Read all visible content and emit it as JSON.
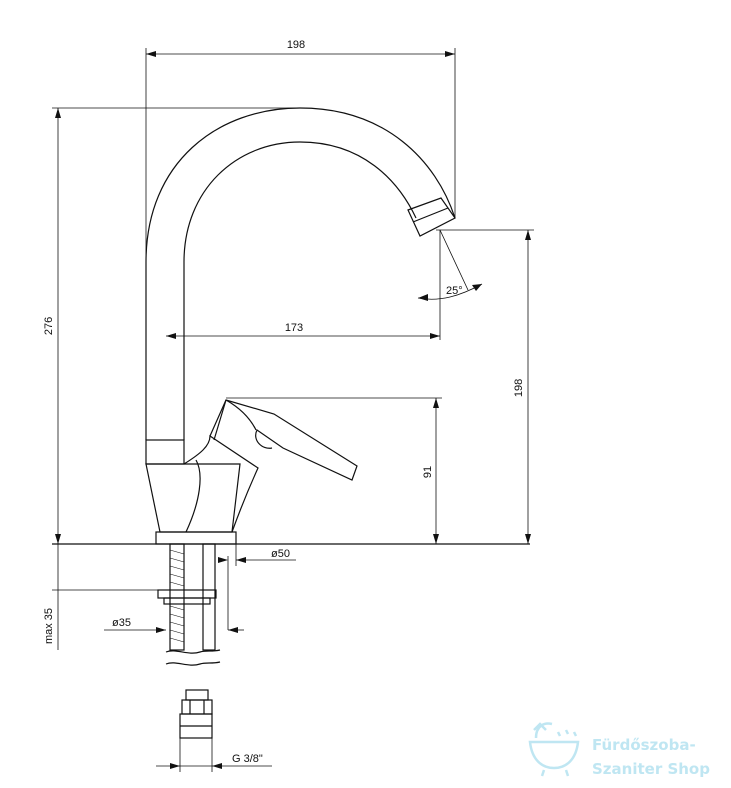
{
  "dimensions": {
    "total_width": "198",
    "total_height": "276",
    "outlet_height": "198",
    "spout_reach": "173",
    "lever_height": "91",
    "base_diameter": "ø50",
    "mount_hole": "ø35",
    "max_thickness": "max 35",
    "connection": "G 3/8\"",
    "angle": "25°"
  },
  "watermark": {
    "line1": "Fürdőszoba-",
    "line2": "Szaniter Shop",
    "color": "#bfe6f2",
    "icon": "shower-bath-icon"
  },
  "colors": {
    "ink": "#111111"
  }
}
